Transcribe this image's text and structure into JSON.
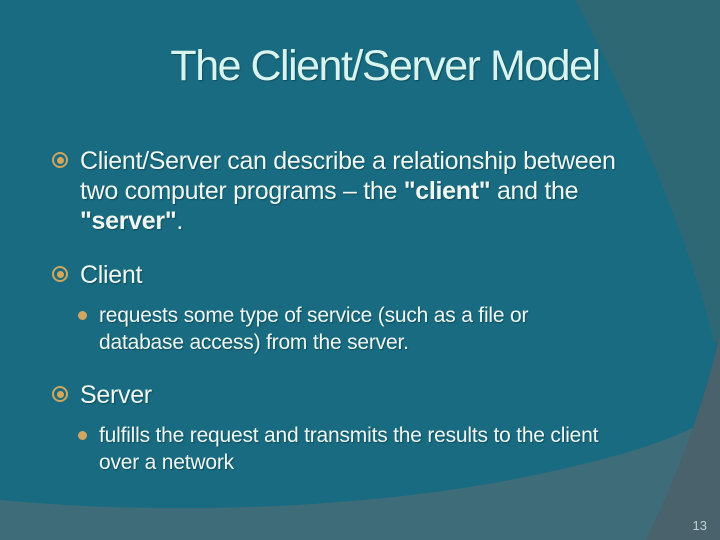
{
  "slide": {
    "title": "The Client/Server Model",
    "page_number": "13"
  },
  "bullets": [
    {
      "level": 1,
      "lines": [
        [
          {
            "t": "Client/Server can describe a relationship between"
          }
        ],
        [
          {
            "t": "two computer programs – the "
          },
          {
            "t": "\"client\"",
            "b": true
          },
          {
            "t": " and the"
          }
        ],
        [
          {
            "t": "\"server\"",
            "b": true
          },
          {
            "t": "."
          }
        ]
      ]
    },
    {
      "level": 1,
      "lines": [
        [
          {
            "t": "Client"
          }
        ]
      ]
    },
    {
      "level": 2,
      "lines": [
        [
          {
            "t": "requests some type of service (such as a file or"
          }
        ],
        [
          {
            "t": "database access) from the server."
          }
        ]
      ]
    },
    {
      "level": 1,
      "lines": [
        [
          {
            "t": "Server"
          }
        ]
      ]
    },
    {
      "level": 2,
      "lines": [
        [
          {
            "t": "fulfills the request and transmits the results to the client"
          }
        ],
        [
          {
            "t": "over a network"
          }
        ]
      ]
    }
  ],
  "colors": {
    "background_teal": "#186b80",
    "corner_gray_top_right": "#2f6875",
    "sweep_gray_bottom": "#3e6d79",
    "wedge_gray_right": "#49626b",
    "bullet_gold": "#d2a763",
    "title_text": "#d9f4ee",
    "body_text": "#f0f7f0",
    "page_number_text": "#c3d0d3"
  }
}
